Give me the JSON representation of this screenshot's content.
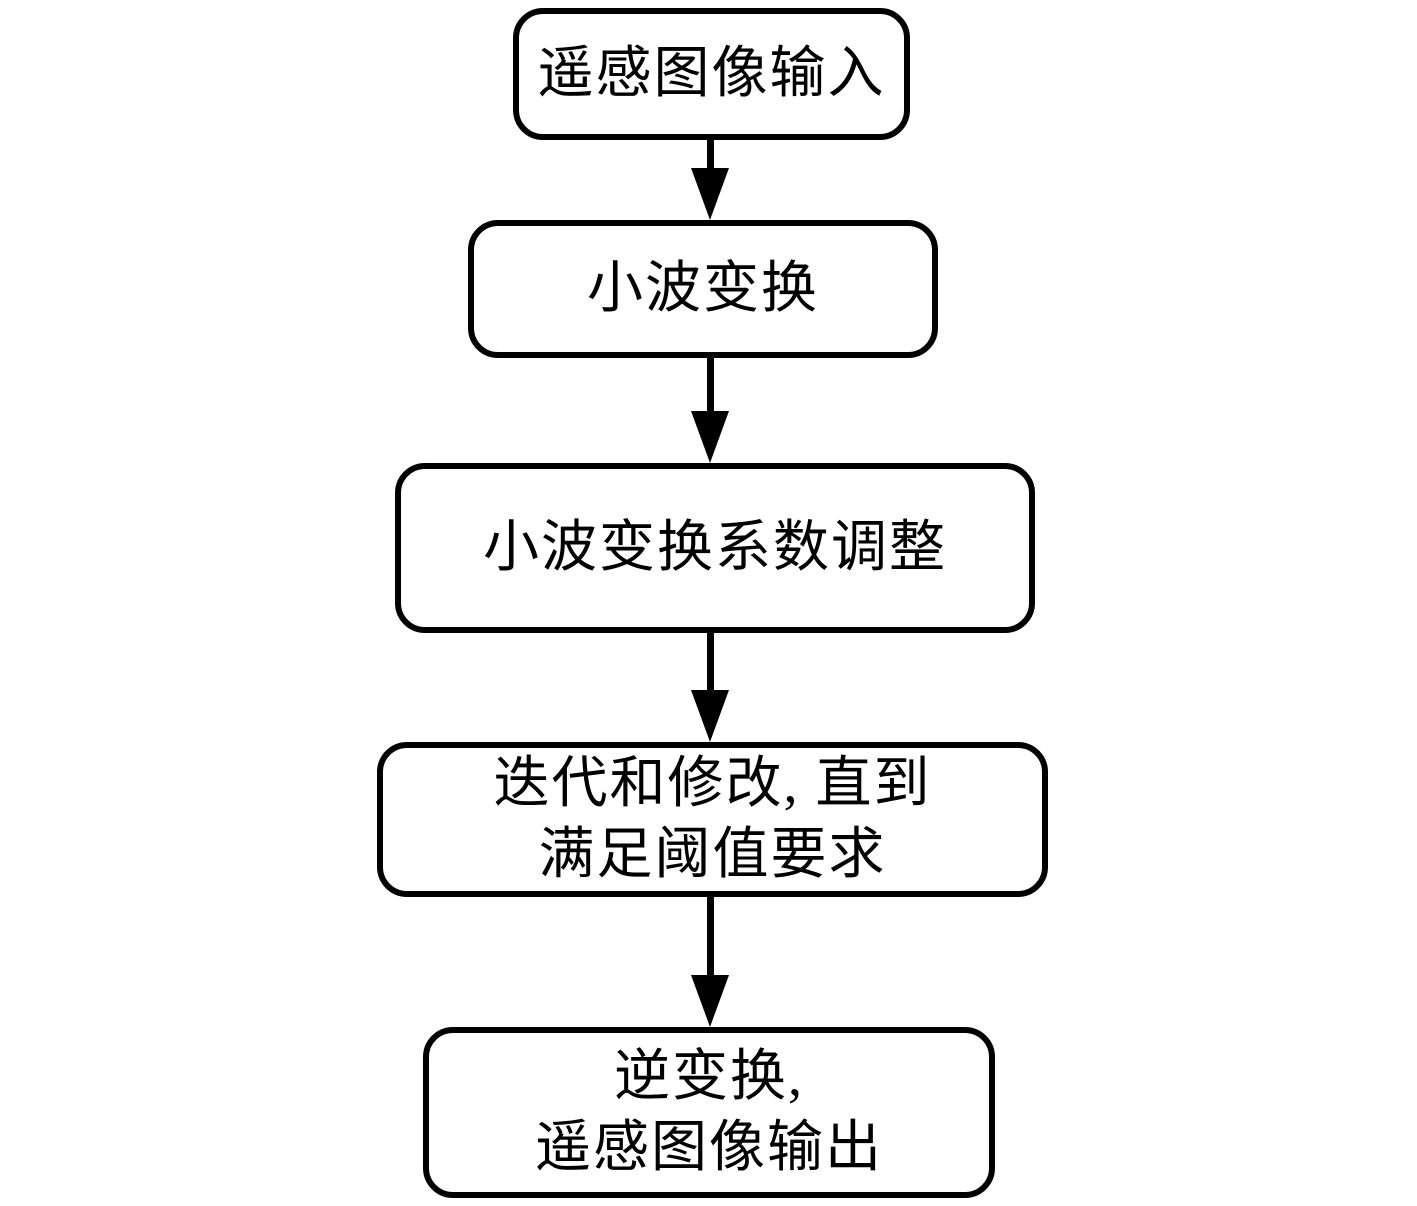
{
  "diagram": {
    "type": "flowchart",
    "direction": "top-down",
    "background_color": "#ffffff",
    "stroke_color": "#000000",
    "text_color": "#000000",
    "nodes": [
      {
        "id": "remote-image-input",
        "lines": [
          "遥感图像输入"
        ]
      },
      {
        "id": "wavelet-transform",
        "lines": [
          "小波变换"
        ]
      },
      {
        "id": "coefficient-adjustment",
        "lines": [
          "小波变换系数调整"
        ]
      },
      {
        "id": "iterate-until-threshold",
        "lines": [
          "迭代和修改, 直到",
          "满足阈值要求"
        ]
      },
      {
        "id": "inverse-transform-output",
        "lines": [
          "逆变换,",
          "遥感图像输出"
        ]
      }
    ],
    "edges": [
      {
        "from": "remote-image-input",
        "to": "wavelet-transform",
        "style": "solid-arrow"
      },
      {
        "from": "wavelet-transform",
        "to": "coefficient-adjustment",
        "style": "solid-arrow"
      },
      {
        "from": "coefficient-adjustment",
        "to": "iterate-until-threshold",
        "style": "solid-arrow"
      },
      {
        "from": "iterate-until-threshold",
        "to": "inverse-transform-output",
        "style": "solid-arrow"
      }
    ]
  }
}
